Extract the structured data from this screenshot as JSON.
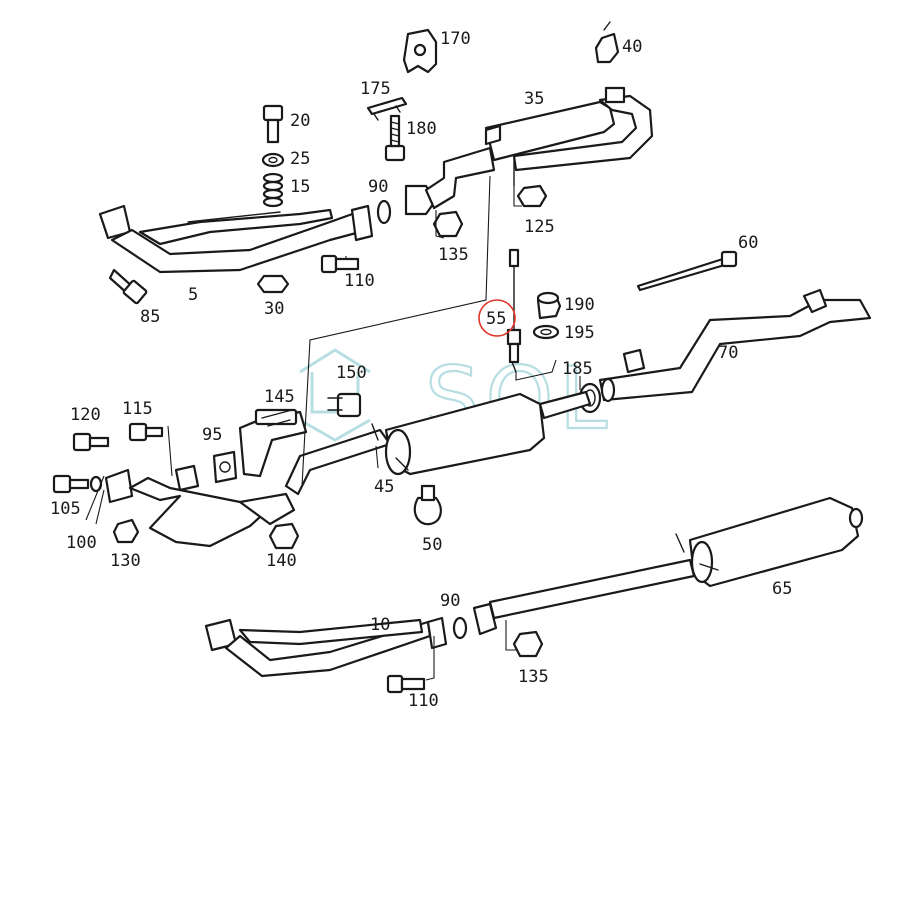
{
  "watermark": {
    "text": "SOL",
    "color": "#9fd4da"
  },
  "highlight_color": "#e0352b",
  "callouts": {
    "c170": "170",
    "c40": "40",
    "c175": "175",
    "c35": "35",
    "c20": "20",
    "c180": "180",
    "c25": "25",
    "c15": "15",
    "c90a": "90",
    "c125": "125",
    "c135a": "135",
    "c60": "60",
    "c110a": "110",
    "c5": "5",
    "c30": "30",
    "c85": "85",
    "c190": "190",
    "c55": "55",
    "c195": "195",
    "c70": "70",
    "c145": "145",
    "c150": "150",
    "c185": "185",
    "c120": "120",
    "c115": "115",
    "c95": "95",
    "c45": "45",
    "c105": "105",
    "c100": "100",
    "c130": "130",
    "c140": "140",
    "c50": "50",
    "c65": "65",
    "c10": "10",
    "c90b": "90",
    "c135b": "135",
    "c110b": "110"
  }
}
